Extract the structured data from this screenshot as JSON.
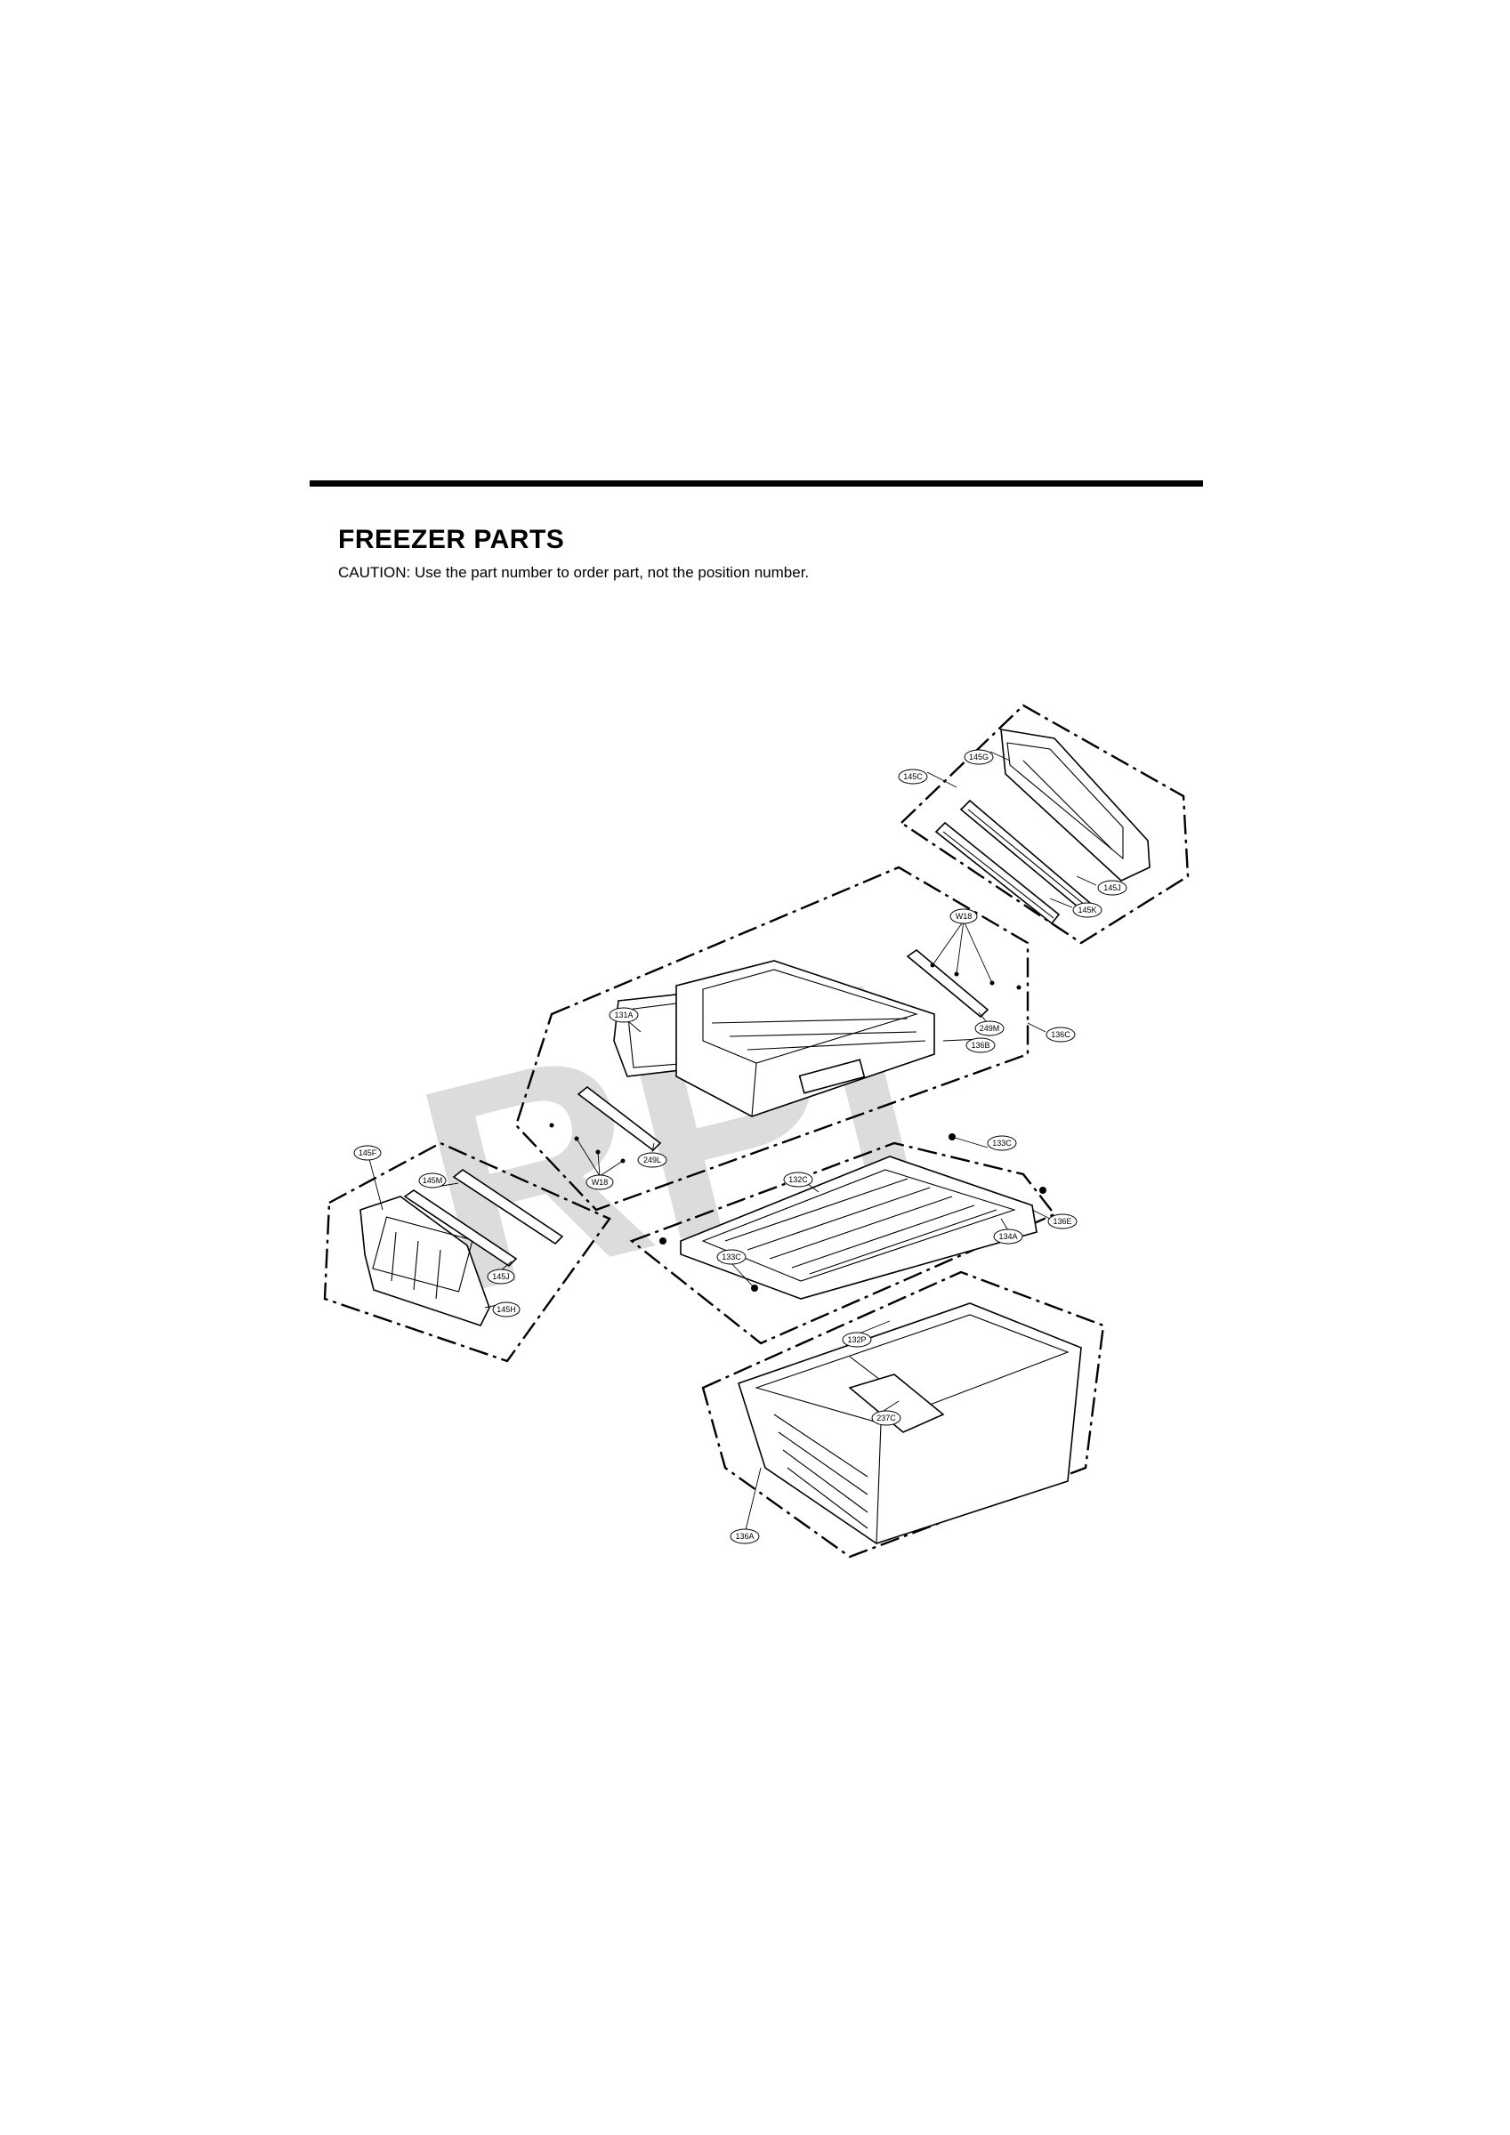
{
  "header": {
    "title": "FREEZER PARTS",
    "caution": "CAUTION: Use the part number to order part, not the position number."
  },
  "watermark": {
    "text": "RPI"
  },
  "callouts": {
    "c145C": "145C",
    "c145G": "145G",
    "c145J_top": "145J",
    "c145K": "145K",
    "cW18_top": "W18",
    "c249M": "249M",
    "c136C": "136C",
    "c136B": "136B",
    "c131A": "131A",
    "c249L": "249L",
    "cW18_bot": "W18",
    "c145F": "145F",
    "c145M": "145M",
    "c145J_left": "145J",
    "c145H": "145H",
    "c133C_right": "133C",
    "c132C": "132C",
    "c136E": "136E",
    "c134A": "134A",
    "c133C_left": "133C",
    "c132P": "132P",
    "c237C": "237C",
    "c136A": "136A"
  }
}
